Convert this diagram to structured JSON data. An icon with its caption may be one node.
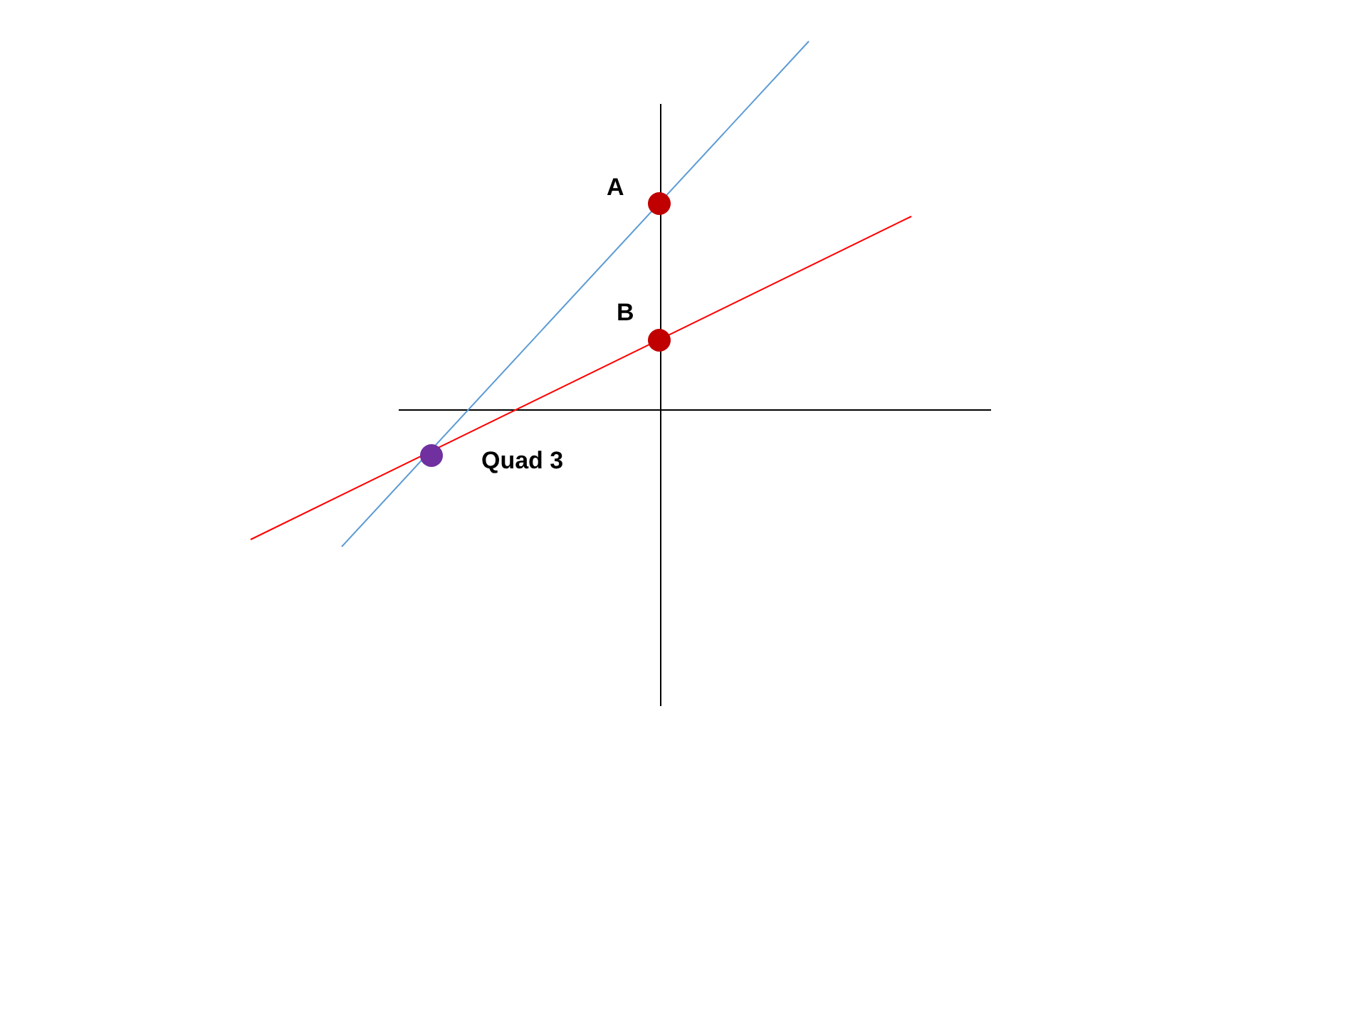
{
  "diagram": {
    "nodes": [
      {
        "text": [],
        "shape": "circle",
        "beside": [
          "A"
        ]
      },
      {
        "text": [],
        "shape": "circle",
        "beside": [
          "B"
        ]
      },
      {
        "text": [],
        "shape": "circle",
        "beside": [
          "Quad 3"
        ]
      }
    ]
  }
}
